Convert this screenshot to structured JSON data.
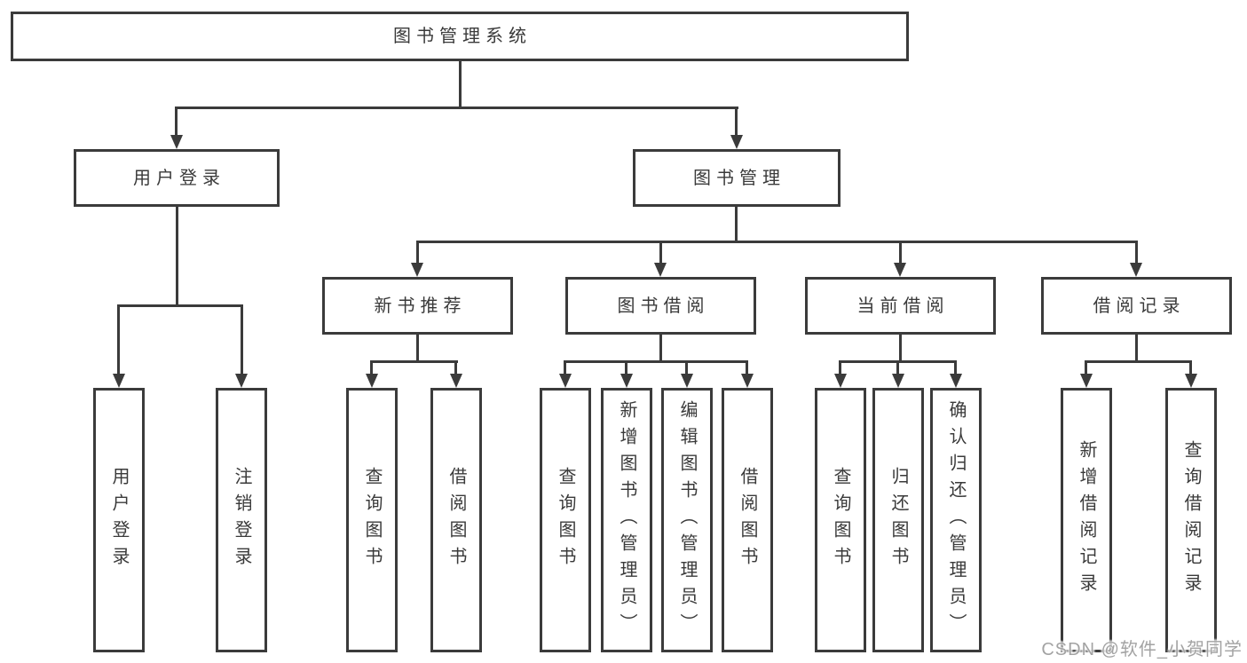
{
  "tree": {
    "label": "图书管理系统",
    "children": [
      {
        "label": "用户登录",
        "children": [
          {
            "label": "用户登录"
          },
          {
            "label": "注销登录"
          }
        ]
      },
      {
        "label": "图书管理",
        "children": [
          {
            "label": "新书推荐",
            "children": [
              {
                "label": "查询图书"
              },
              {
                "label": "借阅图书"
              }
            ]
          },
          {
            "label": "图书借阅",
            "children": [
              {
                "label": "查询图书"
              },
              {
                "label": "新增图书（管理员）"
              },
              {
                "label": "编辑图书（管理员）"
              },
              {
                "label": "借阅图书"
              }
            ]
          },
          {
            "label": "当前借阅",
            "children": [
              {
                "label": "查询图书"
              },
              {
                "label": "归还图书"
              },
              {
                "label": "确认归还（管理员）"
              }
            ]
          },
          {
            "label": "借阅记录",
            "children": [
              {
                "label": "新增借阅记录"
              },
              {
                "label": "查询借阅记录"
              }
            ]
          }
        ]
      }
    ]
  },
  "watermark": {
    "text": "CSDN @软件_小贺同学"
  },
  "colors": {
    "line": "#3b3b3b",
    "text": "#3a3a3a",
    "background": "#ffffff",
    "watermark": "#a3a3a3"
  }
}
